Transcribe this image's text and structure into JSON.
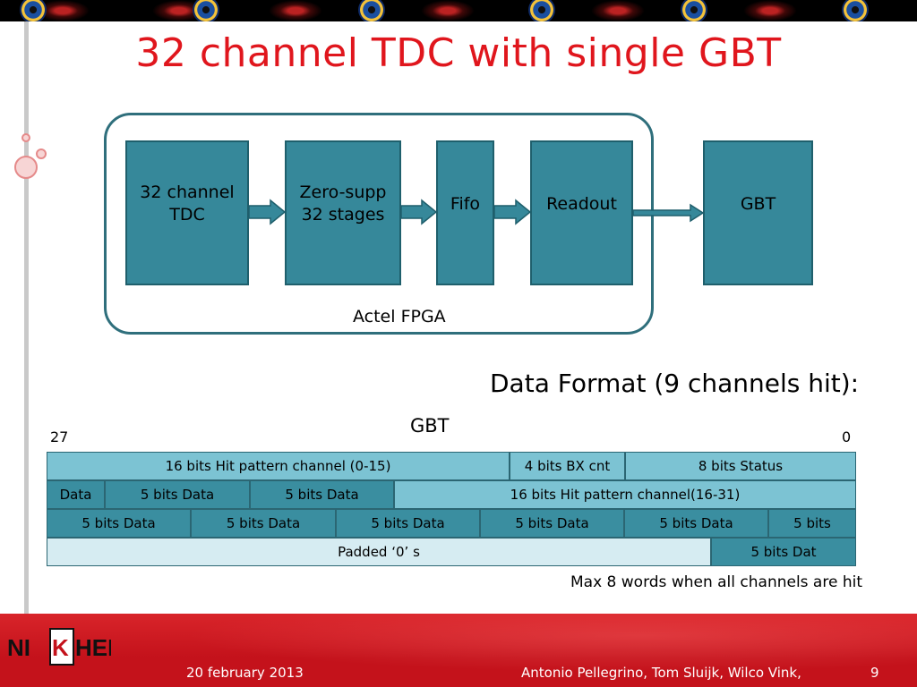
{
  "slide": {
    "title": "32 channel TDC with single GBT",
    "page_number": "9"
  },
  "diagram": {
    "fpga_label": "Actel FPGA",
    "blocks": [
      "32 channel\nTDC",
      "Zero-supp\n32 stages",
      "Fifo",
      "Readout",
      "GBT"
    ]
  },
  "data_format": {
    "title": "Data Format (9 channels hit):",
    "frame_label": "GBT",
    "msb_bit": "27",
    "lsb_bit": "0",
    "rows": [
      [
        "16 bits Hit pattern channel (0-15)",
        "4 bits BX cnt",
        "8 bits Status"
      ],
      [
        "Data",
        "5 bits Data",
        "5 bits Data",
        "16 bits Hit pattern channel(16-31)"
      ],
      [
        "5 bits Data",
        "5 bits Data",
        "5 bits Data",
        "5 bits Data",
        "5 bits Data",
        "5 bits"
      ],
      [
        "Padded ‘0’ s",
        "5 bits Dat"
      ]
    ],
    "note": "Max 8 words when all channels are hit"
  },
  "footer": {
    "date": "20 february 2013",
    "authors": "Antonio Pellegrino, Tom Sluijk,  Wilco Vink,",
    "logo_text": "NIKHEF"
  },
  "colors": {
    "title": "#e0161d",
    "block_fill": "#36889a",
    "cell_light": "#7cc3d3",
    "cell_dark": "#3a8ea0",
    "cell_pale": "#d6ecf2",
    "footer": "#c4121b"
  }
}
